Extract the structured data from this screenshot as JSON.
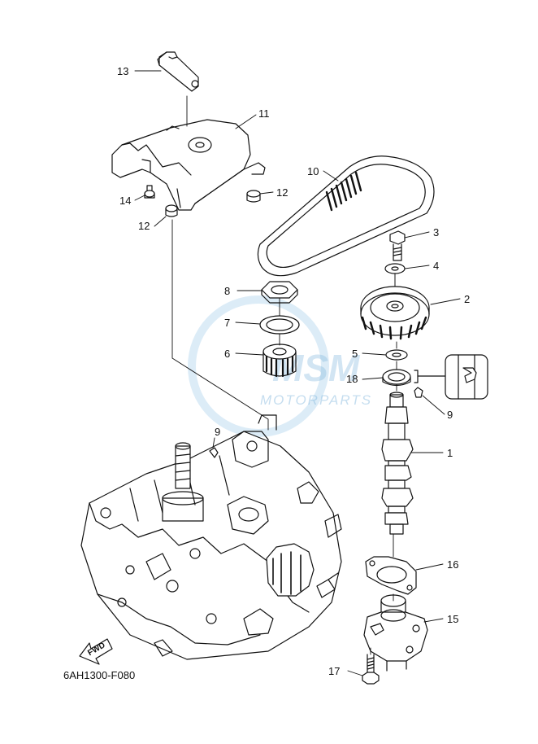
{
  "diagram": {
    "drawing_code": "6AH1300-F080",
    "fwd_label": "FWD",
    "watermark": {
      "main": "MSM",
      "sub": "MOTORPARTS"
    },
    "callouts": [
      {
        "id": "13",
        "label": "13"
      },
      {
        "id": "11",
        "label": "11"
      },
      {
        "id": "10",
        "label": "10"
      },
      {
        "id": "14",
        "label": "14"
      },
      {
        "id": "12a",
        "label": "12"
      },
      {
        "id": "12b",
        "label": "12"
      },
      {
        "id": "3",
        "label": "3"
      },
      {
        "id": "4",
        "label": "4"
      },
      {
        "id": "8",
        "label": "8"
      },
      {
        "id": "2",
        "label": "2"
      },
      {
        "id": "7",
        "label": "7"
      },
      {
        "id": "6",
        "label": "6"
      },
      {
        "id": "5",
        "label": "5"
      },
      {
        "id": "18",
        "label": "18"
      },
      {
        "id": "9a",
        "label": "9"
      },
      {
        "id": "9b",
        "label": "9"
      },
      {
        "id": "1",
        "label": "1"
      },
      {
        "id": "16",
        "label": "16"
      },
      {
        "id": "15",
        "label": "15"
      },
      {
        "id": "17",
        "label": "17"
      }
    ]
  }
}
